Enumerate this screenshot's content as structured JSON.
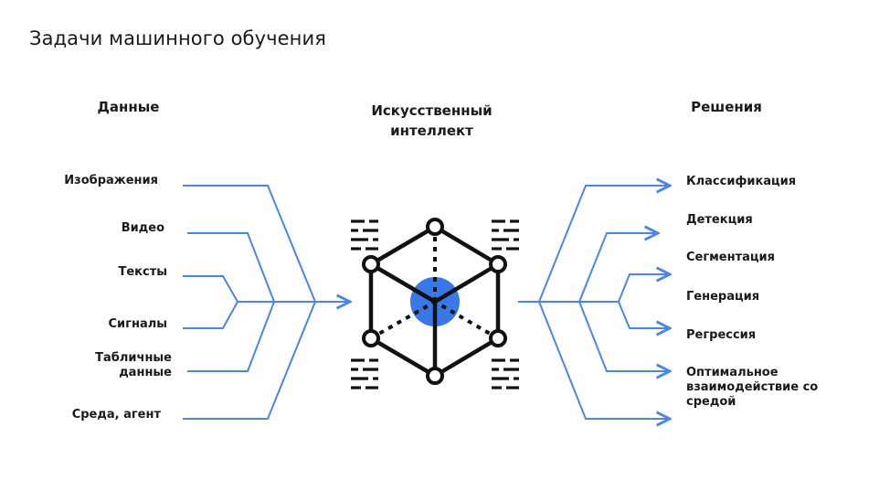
{
  "title": "Задачи машинного обучения",
  "columns": {
    "data": "Данные",
    "ai": "Искусственный интеллект",
    "solutions": "Решения"
  },
  "inputs": [
    "Изображения",
    "Видео",
    "Тексты",
    "Сигналы",
    "Табличные данные",
    "Среда, агент"
  ],
  "outputs": [
    "Классификация",
    "Детекция",
    "Сегментация",
    "Генерация",
    "Регрессия",
    "Оптимальное взаимодействие со средой"
  ],
  "colors": {
    "line": "#4a86e8",
    "accent": "#3b78e7",
    "cube": "#111111"
  },
  "icons": {
    "center": "ai-cube-icon",
    "decor": "code-lines-icon"
  }
}
